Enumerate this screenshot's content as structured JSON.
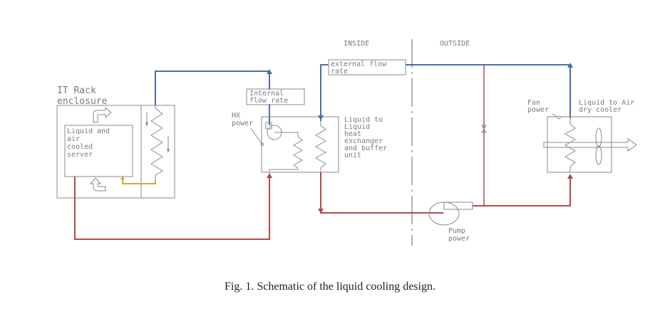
{
  "figure": {
    "caption": "Fig. 1. Schematic of the liquid cooling design.",
    "regions": {
      "inside": "INSIDE",
      "outside": "OUTSIDE"
    },
    "labels": {
      "rack_line1": "IT Rack",
      "rack_line2": "enclosure",
      "server_line1": "Liquid and",
      "server_line2": "air",
      "server_line3": "cooled",
      "server_line4": "server",
      "internal_flow_line1": "Internal",
      "internal_flow_line2": "flow rate",
      "hx_power_line1": "HX",
      "hx_power_line2": "power",
      "llhx_line1": "Liquid to",
      "llhx_line2": "Liquid",
      "llhx_line3": "heat",
      "llhx_line4": "exchanger",
      "llhx_line5": "and buffer",
      "llhx_line6": "unit",
      "external_flow_line1": "external flow",
      "external_flow_line2": "rate",
      "fan_power_line1": "Fan",
      "fan_power_line2": "power",
      "dry_cooler_line1": "Liquid to Air",
      "dry_cooler_line2": "dry cooler",
      "pump_power_line1": "Pump",
      "pump_power_line2": "power"
    },
    "colors": {
      "cold_line": "#4a6fa5",
      "hot_line": "#b34a4a",
      "air_loop": "#d4a636",
      "outline": "#8a8a8a"
    }
  }
}
